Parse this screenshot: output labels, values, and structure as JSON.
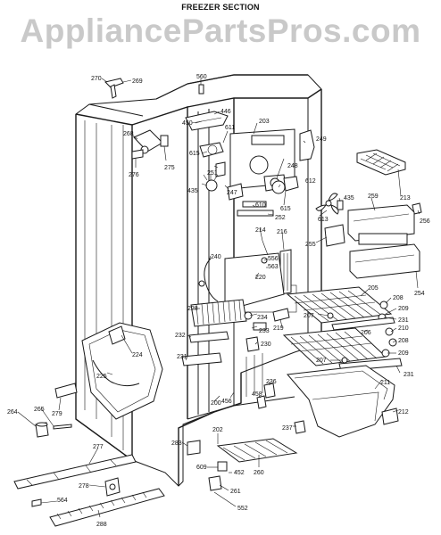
{
  "title": "FREEZER SECTION",
  "watermark": "AppliancePartsPros.com",
  "labels": {
    "l270": "270",
    "l269": "269",
    "l560": "560",
    "l446": "446",
    "l450": "450",
    "l203": "203",
    "l611": "611",
    "l249": "249",
    "l268": "268",
    "l615a": "615",
    "l251": "251",
    "l275": "275",
    "l276": "276",
    "l248": "248",
    "l247": "247",
    "l612": "612",
    "l435a": "435",
    "l435b": "435",
    "l259": "259",
    "l213": "213",
    "l256": "256",
    "l615b": "615",
    "l610": "610",
    "l613": "613",
    "l252": "252",
    "l214": "214",
    "l216": "216",
    "l255": "255",
    "l240": "240",
    "l556": "556",
    "l563": "563",
    "l220": "220",
    "l254": "254",
    "l205": "205",
    "l208a": "208",
    "l228": "228",
    "l234": "234",
    "l209a": "209",
    "l207a": "207",
    "l231a": "231",
    "l233": "233",
    "l219": "219",
    "l206": "206",
    "l210": "210",
    "l232": "232",
    "l230": "230",
    "l208b": "208",
    "l224": "224",
    "l207b": "207",
    "l209b": "209",
    "l231b": "231",
    "l231c": "231",
    "l225": "225",
    "l236": "236",
    "l211": "211",
    "l456": "456",
    "l458": "458",
    "l200": "200",
    "l212": "212",
    "l264": "264",
    "l265": "265",
    "l279": "279",
    "l237": "237",
    "l202": "202",
    "l283": "283",
    "l277": "277",
    "l609": "609",
    "l452": "452",
    "l260": "260",
    "l564": "564",
    "l278": "278",
    "l261": "261",
    "l552": "552",
    "l288": "288"
  }
}
